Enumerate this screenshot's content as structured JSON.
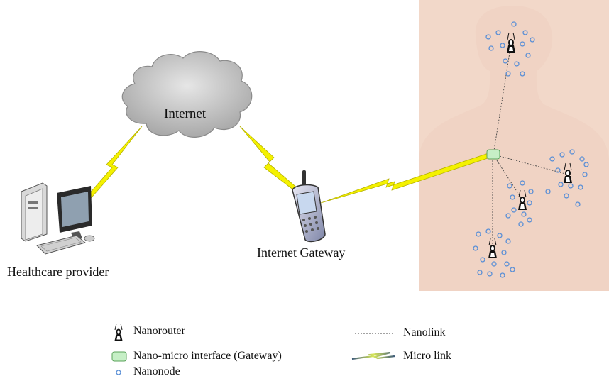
{
  "labels": {
    "internet": "Internet",
    "gateway_device": "Internet Gateway",
    "healthcare": "Healthcare provider"
  },
  "legend": {
    "nanorouter": "Nanorouter",
    "interface": "Nano-micro interface (Gateway)",
    "nanonode": "Nanonode",
    "nanolink": "Nanolink",
    "microlink": "Micro link"
  },
  "colors": {
    "body": "#f2d8c9",
    "cloud": "#c9c9c9",
    "lightning": "#f4f100",
    "interface": "#c6efc6",
    "nanonode": "#5a8fd6"
  }
}
